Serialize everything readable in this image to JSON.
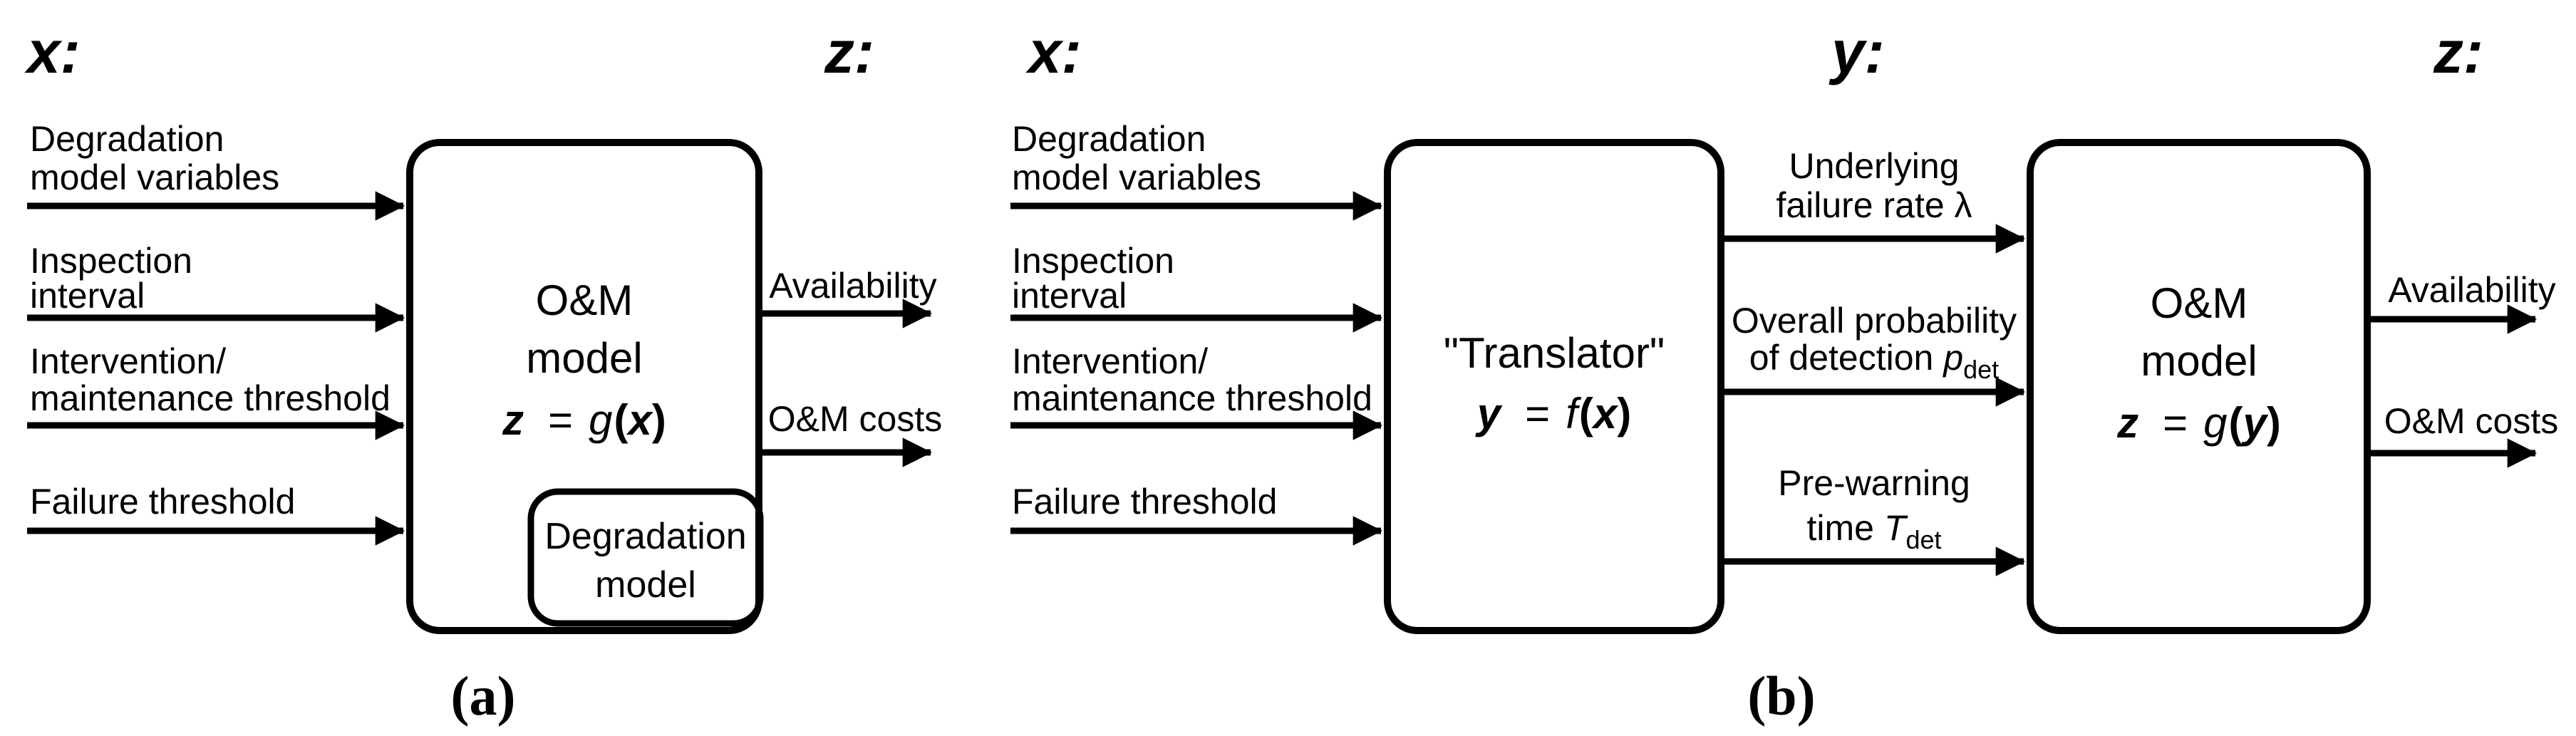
{
  "colors": {
    "ink": "#000000",
    "background": "#ffffff"
  },
  "captions": {
    "a": "(a)",
    "b": "(b)"
  },
  "diagram_a": {
    "input_vector_label": "x:",
    "output_vector_label": "z:",
    "inputs": [
      {
        "lines": [
          "Degradation",
          "model variables"
        ]
      },
      {
        "lines": [
          "Inspection",
          "interval"
        ]
      },
      {
        "lines": [
          "Intervention/",
          "maintenance threshold"
        ]
      },
      {
        "lines": [
          "Failure threshold"
        ]
      }
    ],
    "om_box": {
      "title_line1": "O&M",
      "title_line2": "model",
      "equation": {
        "lhs": "z",
        "rel": "=",
        "fn": "g",
        "open": "(",
        "arg": "x",
        "close": ")"
      }
    },
    "degradation_box": {
      "line1": "Degradation",
      "line2": "model"
    },
    "outputs": [
      {
        "label": "Availability"
      },
      {
        "label": "O&M costs"
      }
    ]
  },
  "diagram_b": {
    "input_vector_label": "x:",
    "intermediate_vector_label": "y:",
    "output_vector_label": "z:",
    "inputs": [
      {
        "lines": [
          "Degradation",
          "model variables"
        ]
      },
      {
        "lines": [
          "Inspection",
          "interval"
        ]
      },
      {
        "lines": [
          "Intervention/",
          "maintenance threshold"
        ]
      },
      {
        "lines": [
          "Failure threshold"
        ]
      }
    ],
    "translator_box": {
      "title": "\"Translator\"",
      "equation": {
        "lhs": "y",
        "rel": "=",
        "fn": "f",
        "open": "(",
        "arg": "x",
        "close": ")"
      }
    },
    "intermediate_outputs": [
      {
        "line1": "Underlying",
        "line2": "failure rate λ"
      },
      {
        "line1": "Overall probability",
        "line2_prefix": "of detection",
        "line2_var": "p",
        "line2_sub": "det"
      },
      {
        "line1": "Pre-warning",
        "line2_prefix": "time",
        "line2_var": "T",
        "line2_sub": "det"
      }
    ],
    "om_box": {
      "title_line1": "O&M",
      "title_line2": "model",
      "equation": {
        "lhs": "z",
        "rel": "=",
        "fn": "g",
        "open": "(",
        "arg": "y",
        "close": ")"
      }
    },
    "outputs": [
      {
        "label": "Availability"
      },
      {
        "label": "O&M costs"
      }
    ]
  }
}
